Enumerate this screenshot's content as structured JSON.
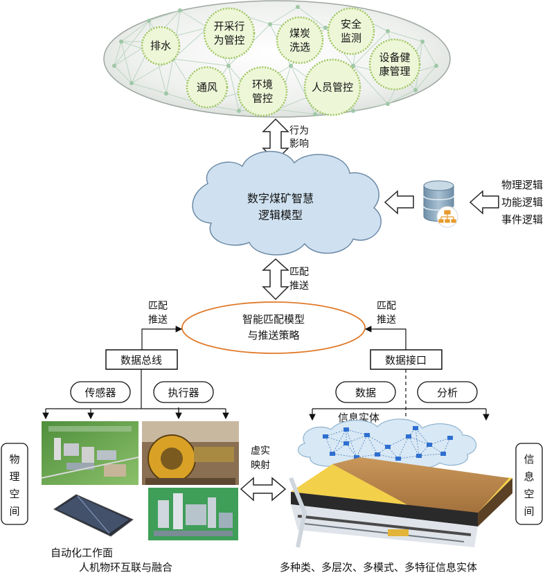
{
  "top_ellipse": {
    "nodes": [
      {
        "id": "drainage",
        "lines": [
          "排水"
        ]
      },
      {
        "id": "mining-control",
        "lines": [
          "开采行",
          "为管控"
        ]
      },
      {
        "id": "coal-washing",
        "lines": [
          "煤炭",
          "洗选"
        ]
      },
      {
        "id": "safety-monitoring",
        "lines": [
          "安全",
          "监测"
        ]
      },
      {
        "id": "equipment-health",
        "lines": [
          "设备健",
          "康管理"
        ]
      },
      {
        "id": "ventilation",
        "lines": [
          "通风"
        ]
      },
      {
        "id": "environment-control",
        "lines": [
          "环境",
          "管控"
        ]
      },
      {
        "id": "personnel-control",
        "lines": [
          "人员管控"
        ]
      }
    ]
  },
  "arrows": {
    "behavior_influence": [
      "行为",
      "影响"
    ],
    "match_push_center": [
      "匹配",
      "推送"
    ],
    "match_push_left": [
      "匹配",
      "推送"
    ],
    "match_push_right": [
      "匹配",
      "推送"
    ],
    "virtual_real_mapping": [
      "虚实",
      "映射"
    ]
  },
  "cloud": {
    "lines": [
      "数字煤矿智慧",
      "逻辑模型"
    ]
  },
  "logic_types": [
    "物理逻辑",
    "功能逻辑",
    "事件逻辑"
  ],
  "matching_model": {
    "lines": [
      "智能匹配模型",
      "与推送策略"
    ]
  },
  "data_bus": "数据总线",
  "data_interface": "数据接口",
  "left_pills": [
    "传感器",
    "执行器"
  ],
  "right_pills": [
    "数据",
    "分析"
  ],
  "info_entity_label": "信息实体",
  "physical_space": [
    "物",
    "理",
    "空",
    "间"
  ],
  "info_space": [
    "信",
    "息",
    "空",
    "间"
  ],
  "automation_face": "自动化工作面",
  "bottom_left_caption": "人机物环互联与融合",
  "bottom_right_caption": "多种类、多层次、多模式、多特征信息实体"
}
